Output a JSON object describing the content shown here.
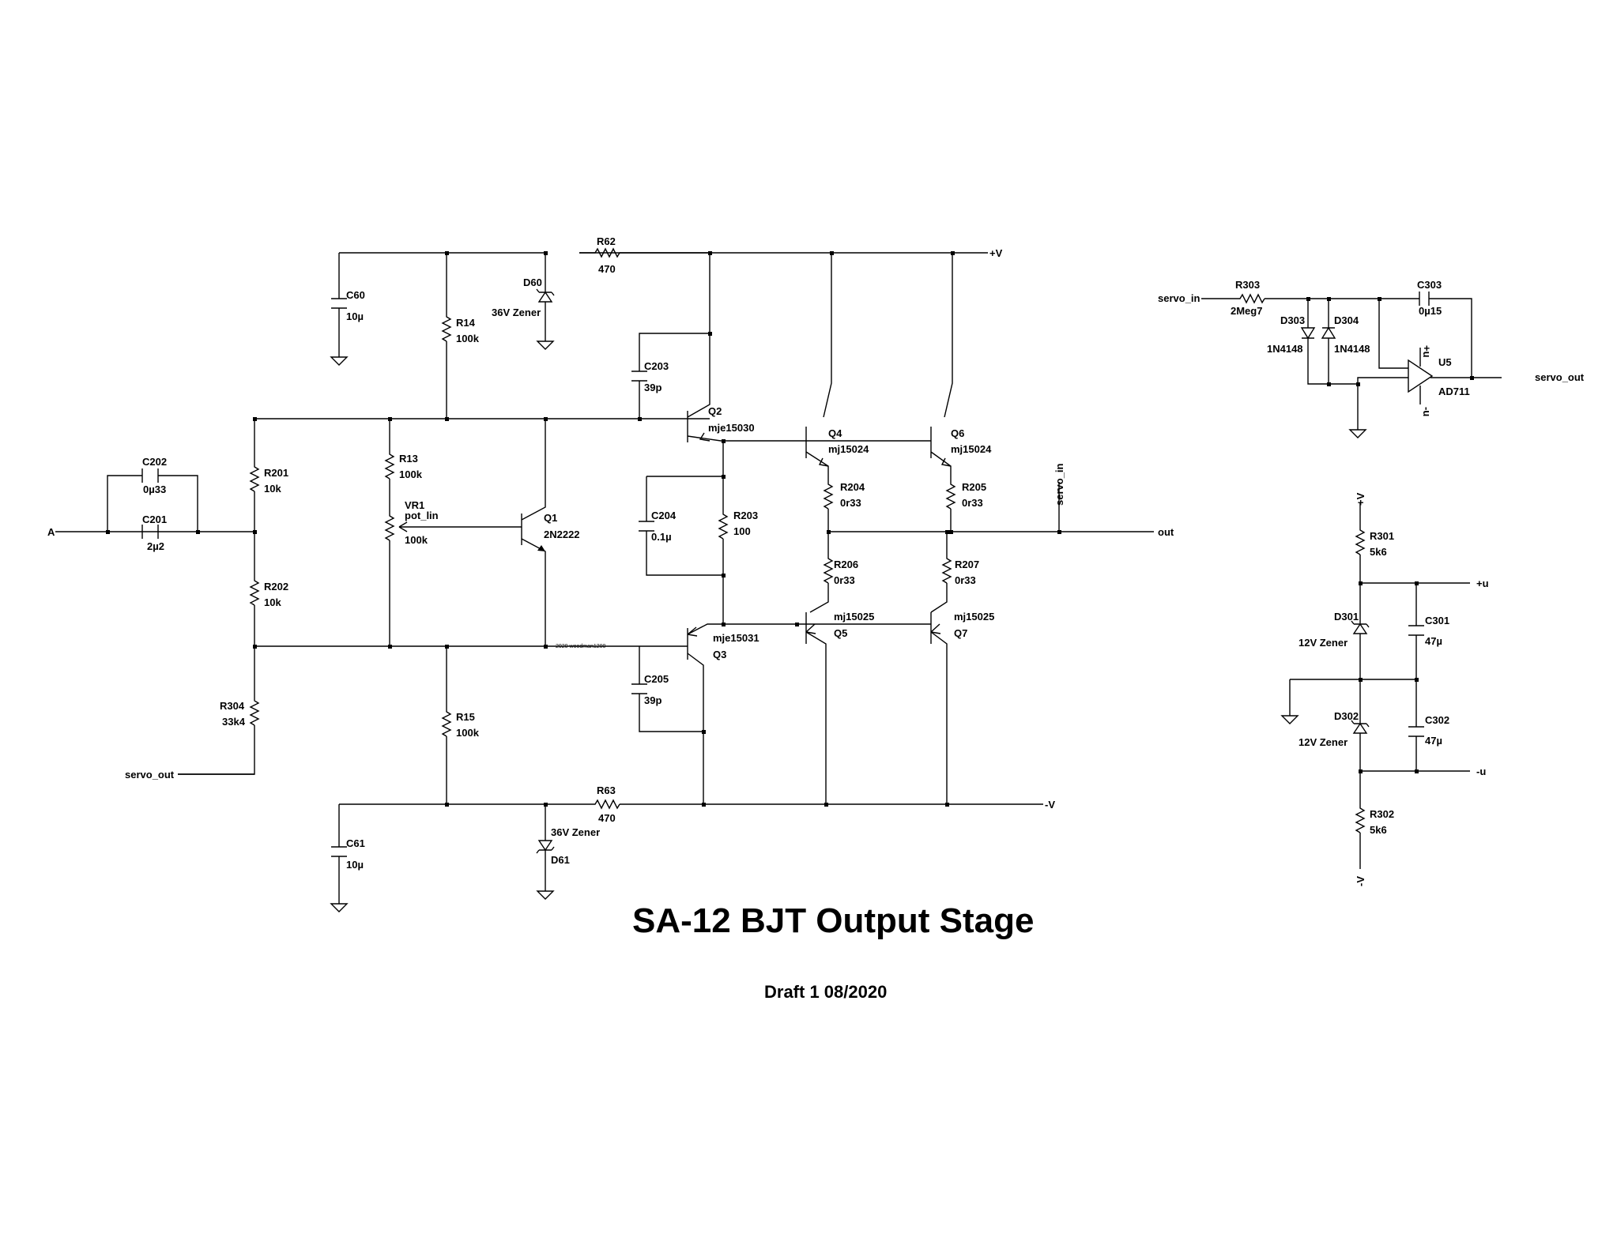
{
  "title": "SA-12 BJT Output Stage",
  "subtitle": "Draft 1 08/2020",
  "watermark": "2020 woodman1200",
  "components": {
    "R62": {
      "ref": "R62",
      "value": "470"
    },
    "R63": {
      "ref": "R63",
      "value": "470"
    },
    "R14": {
      "ref": "R14",
      "value": "100k"
    },
    "R15": {
      "ref": "R15",
      "value": "100k"
    },
    "R13": {
      "ref": "R13",
      "value": "100k"
    },
    "R201": {
      "ref": "R201",
      "value": "10k"
    },
    "R202": {
      "ref": "R202",
      "value": "10k"
    },
    "R203": {
      "ref": "R203",
      "value": "100"
    },
    "R204": {
      "ref": "R204",
      "value": "0r33"
    },
    "R205": {
      "ref": "R205",
      "value": "0r33"
    },
    "R206": {
      "ref": "R206",
      "value": "0r33"
    },
    "R207": {
      "ref": "R207",
      "value": "0r33"
    },
    "R304": {
      "ref": "R304",
      "value": "33k4"
    },
    "R303": {
      "ref": "R303",
      "value": "2Meg7"
    },
    "R301": {
      "ref": "R301",
      "value": "5k6"
    },
    "R302": {
      "ref": "R302",
      "value": "5k6"
    },
    "VR1": {
      "ref": "VR1",
      "model": "pot_lin",
      "value": "100k"
    },
    "C60": {
      "ref": "C60",
      "value": "10µ"
    },
    "C61": {
      "ref": "C61",
      "value": "10µ"
    },
    "C201": {
      "ref": "C201",
      "value": "2µ2"
    },
    "C202": {
      "ref": "C202",
      "value": "0µ33"
    },
    "C203": {
      "ref": "C203",
      "value": "39p"
    },
    "C204": {
      "ref": "C204",
      "value": "0.1µ"
    },
    "C205": {
      "ref": "C205",
      "value": "39p"
    },
    "C301": {
      "ref": "C301",
      "value": "47µ"
    },
    "C302": {
      "ref": "C302",
      "value": "47µ"
    },
    "C303": {
      "ref": "C303",
      "value": "0µ15"
    },
    "D60": {
      "ref": "D60",
      "value": "36V Zener"
    },
    "D61": {
      "ref": "D61",
      "value": "36V Zener"
    },
    "D301": {
      "ref": "D301",
      "value": "12V Zener"
    },
    "D302": {
      "ref": "D302",
      "value": "12V Zener"
    },
    "D303": {
      "ref": "D303",
      "value": "1N4148"
    },
    "D304": {
      "ref": "D304",
      "value": "1N4148"
    },
    "Q1": {
      "ref": "Q1",
      "value": "2N2222"
    },
    "Q2": {
      "ref": "Q2",
      "value": "mje15030"
    },
    "Q3": {
      "ref": "Q3",
      "value": "mje15031"
    },
    "Q4": {
      "ref": "Q4",
      "value": "mj15024"
    },
    "Q5": {
      "ref": "Q5",
      "value": "mj15025"
    },
    "Q6": {
      "ref": "Q6",
      "value": "mj15024"
    },
    "Q7": {
      "ref": "Q7",
      "value": "mj15025"
    },
    "U5": {
      "ref": "U5",
      "value": "AD711"
    }
  },
  "nets": {
    "vpos": "+V",
    "vneg": "-V",
    "upos": "+u",
    "uneg": "-u",
    "input": "A",
    "output": "out",
    "servo_in": "servo_in",
    "servo_out": "servo_out"
  }
}
